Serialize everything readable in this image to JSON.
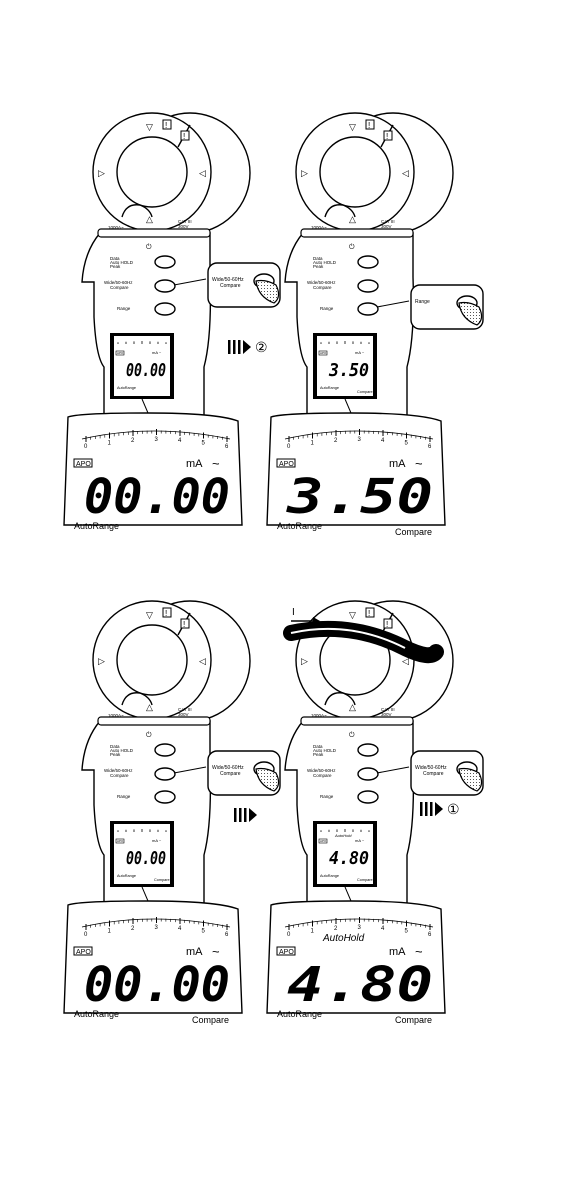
{
  "meter": {
    "jaw_arrow_up": "▽",
    "jaw_arrow_down": "△",
    "jaw_arrow_left": "▷",
    "jaw_arrow_right": "◁",
    "jaw_rating": "1000A~",
    "cat_rating_1": "CAT III",
    "cat_rating_2": "300V",
    "power_symbol": "⏻",
    "btn1_label_1": "Data",
    "btn1_label_2": "Auto HOLD",
    "btn1_label_3": "Peak",
    "btn2_label_1": "Wide/50-60Hz",
    "btn2_label_2": "Compare",
    "btn3_label": "Range",
    "scale_ticks": [
      "0",
      "1",
      "2",
      "3",
      "4",
      "5",
      "6"
    ],
    "apo": "APO",
    "unit": "mA",
    "ac_symbol": "~",
    "autorange": "AutoRange",
    "compare": "Compare",
    "autohold": "AutoHold",
    "current_label": "I"
  },
  "panels": [
    {
      "reading": "00.00",
      "callout_1": "Wide/50-60Hz",
      "callout_2": "Compare",
      "compare_shown": false,
      "autohold_shown": false
    },
    {
      "reading": "3.50",
      "callout_1": "Range",
      "callout_2": "",
      "compare_shown": true,
      "autohold_shown": false
    },
    {
      "reading": "00.00",
      "callout_1": "Wide/50-60Hz",
      "callout_2": "Compare",
      "compare_shown": true,
      "autohold_shown": false
    },
    {
      "reading": "4.80",
      "callout_1": "Wide/50-60Hz",
      "callout_2": "Compare",
      "compare_shown": true,
      "autohold_shown": true
    }
  ],
  "step_arrows": [
    {
      "label": "②"
    },
    {
      "label": ""
    },
    {
      "label": "①"
    }
  ]
}
